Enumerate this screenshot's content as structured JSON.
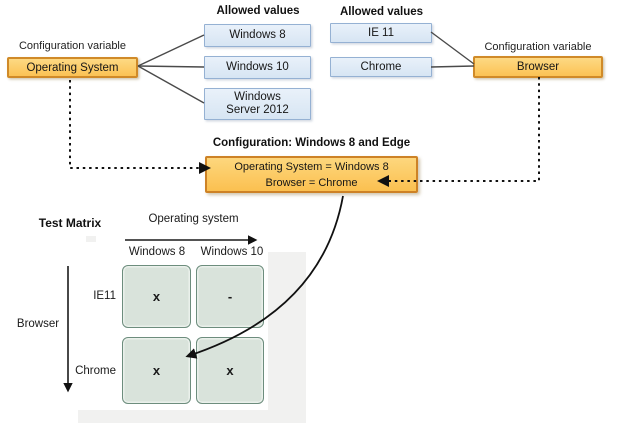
{
  "os_variable": {
    "caption": "Configuration variable",
    "name": "Operating System",
    "allowed_heading": "Allowed values",
    "values": [
      "Windows 8",
      "Windows 10",
      "Windows Server 2012"
    ]
  },
  "browser_variable": {
    "caption": "Configuration variable",
    "name": "Browser",
    "allowed_heading": "Allowed values",
    "values": [
      "IE 11",
      "Chrome"
    ]
  },
  "configuration": {
    "heading": "Configuration: Windows 8 and Edge",
    "line1": "Operating System = Windows 8",
    "line2": "Browser = Chrome"
  },
  "matrix": {
    "title": "Test Matrix",
    "x_axis_label": "Operating system",
    "y_axis_label": "Browser",
    "columns": [
      "Windows 8",
      "Windows 10"
    ],
    "rows": [
      "IE11",
      "Chrome"
    ],
    "cells": [
      [
        "x",
        "-"
      ],
      [
        "x",
        "x"
      ]
    ]
  },
  "colors": {
    "variable_fill": "#FBC55C",
    "variable_border": "#D08A28",
    "value_fill": "#DCE9F6",
    "value_border": "#95B1D3",
    "cell_fill": "#D9E3DB",
    "cell_border": "#6D8D7D",
    "panel_gray": "#F1F1F0",
    "connector_gray": "#4A4A4A",
    "arrow_black": "#111111"
  }
}
